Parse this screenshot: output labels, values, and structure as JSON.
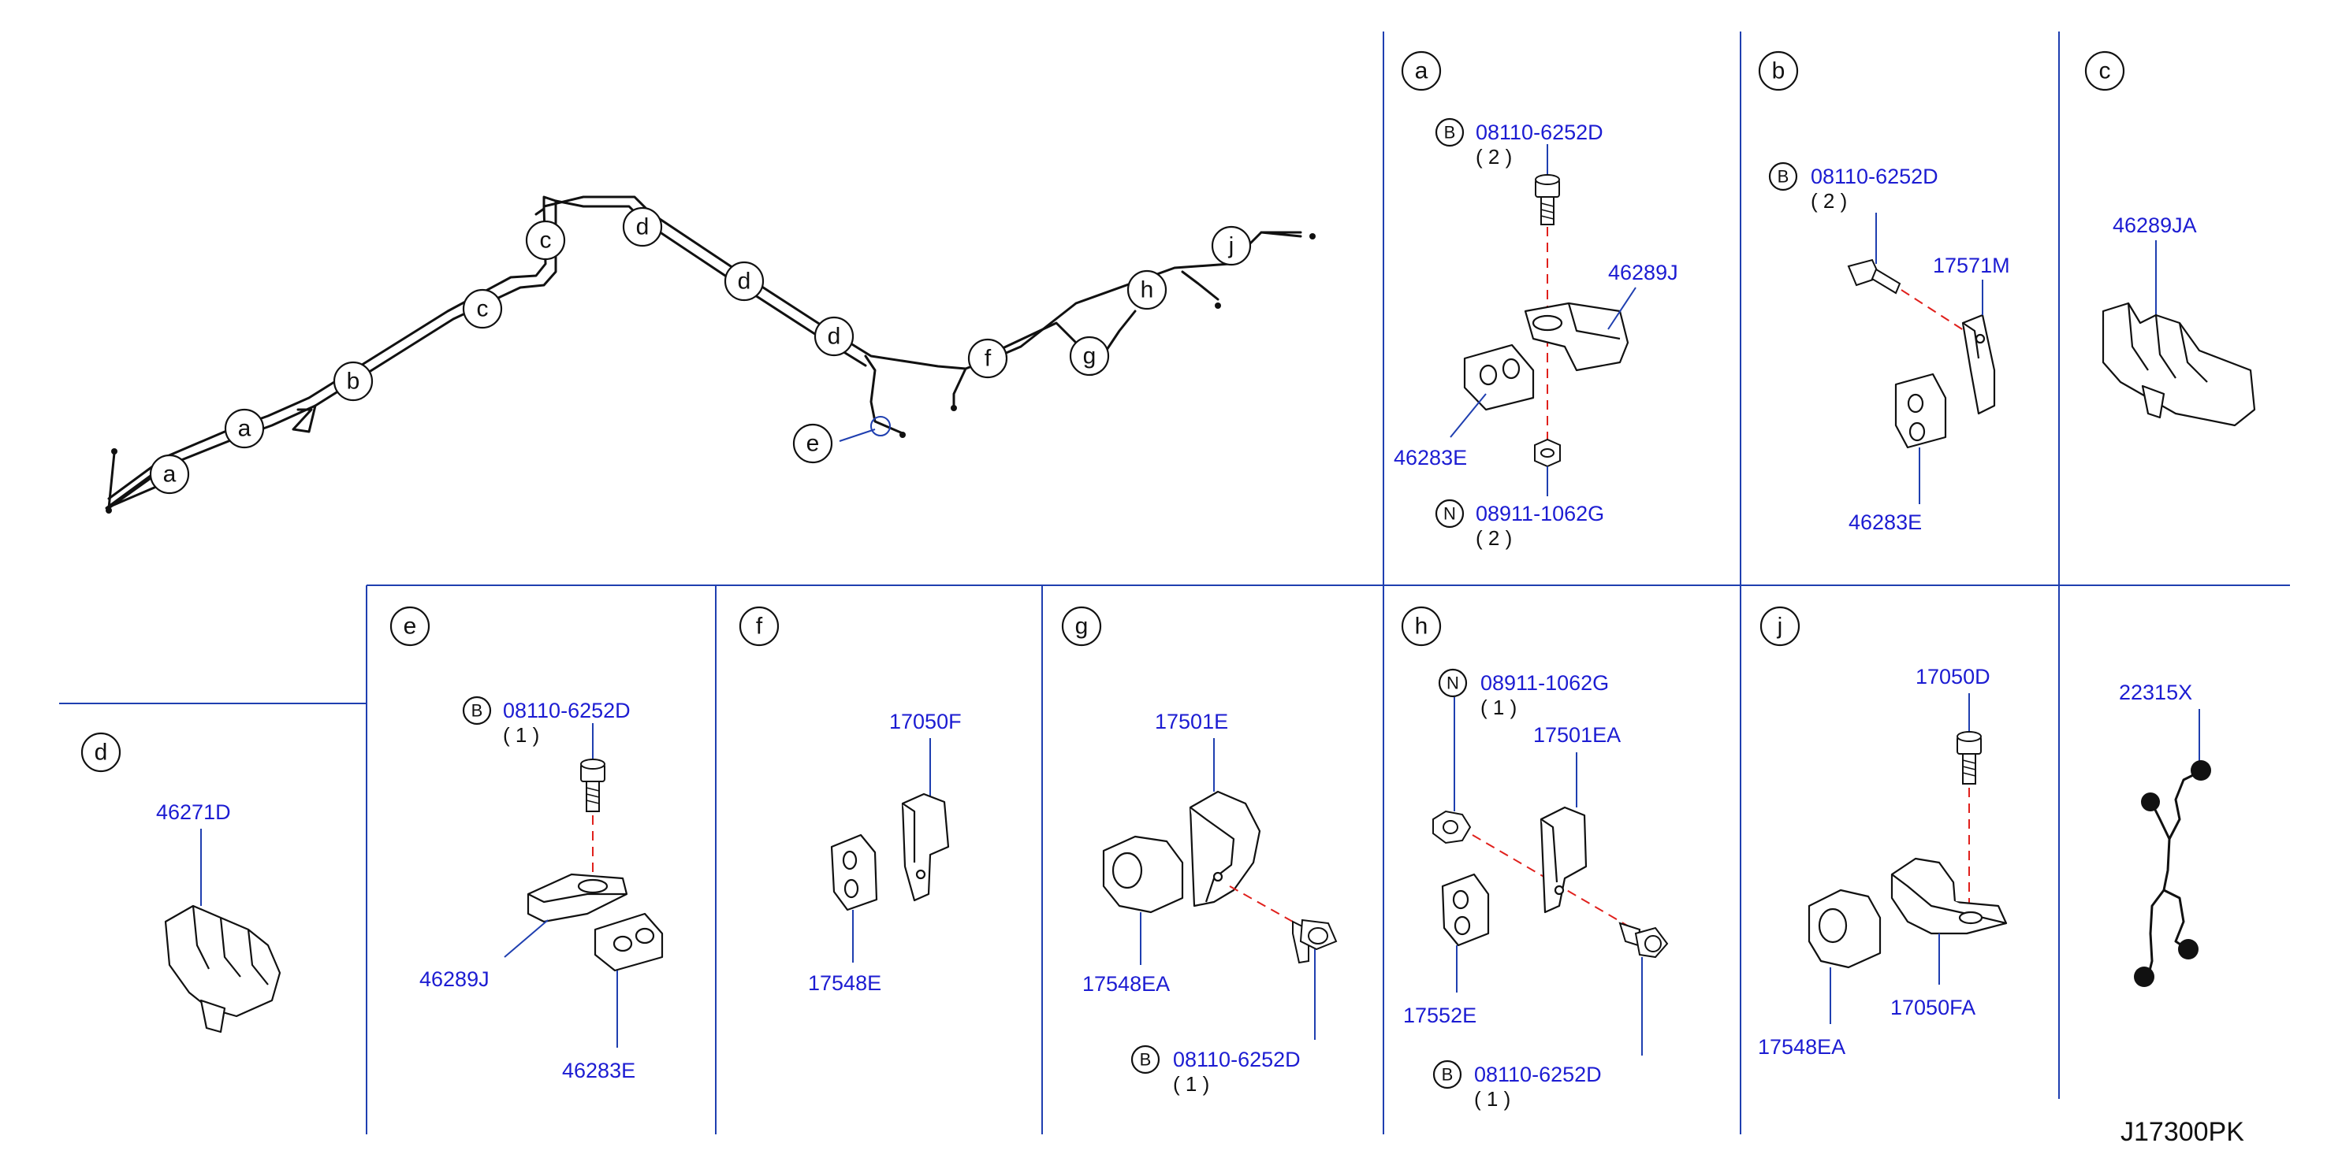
{
  "sections": [
    {
      "id": "a",
      "label": "a"
    },
    {
      "id": "b",
      "label": "b"
    },
    {
      "id": "c",
      "label": "c"
    },
    {
      "id": "d",
      "label": "d"
    },
    {
      "id": "e",
      "label": "e"
    },
    {
      "id": "f",
      "label": "f"
    },
    {
      "id": "g",
      "label": "g"
    },
    {
      "id": "h",
      "label": "h"
    },
    {
      "id": "j",
      "label": "j"
    }
  ],
  "route_callouts": [
    "a",
    "a",
    "b",
    "c",
    "c",
    "d",
    "d",
    "d",
    "e",
    "f",
    "g",
    "h",
    "j"
  ],
  "fastener_symbols": {
    "bolt": "B",
    "nut": "N"
  },
  "parts": {
    "a": [
      {
        "number": "08110-6252D",
        "symbol": "B",
        "qty": "( 2 )"
      },
      {
        "number": "46289J"
      },
      {
        "number": "46283E"
      },
      {
        "number": "08911-1062G",
        "symbol": "N",
        "qty": "( 2 )"
      }
    ],
    "b": [
      {
        "number": "08110-6252D",
        "symbol": "B",
        "qty": "( 2 )"
      },
      {
        "number": "17571M"
      },
      {
        "number": "46283E"
      }
    ],
    "c": [
      {
        "number": "46289JA"
      }
    ],
    "d": [
      {
        "number": "46271D"
      }
    ],
    "e": [
      {
        "number": "08110-6252D",
        "symbol": "B",
        "qty": "( 1 )"
      },
      {
        "number": "46289J"
      },
      {
        "number": "46283E"
      }
    ],
    "f": [
      {
        "number": "17050F"
      },
      {
        "number": "17548E"
      }
    ],
    "g": [
      {
        "number": "17501E"
      },
      {
        "number": "17548EA"
      },
      {
        "number": "08110-6252D",
        "symbol": "B",
        "qty": "( 1 )"
      }
    ],
    "h": [
      {
        "number": "08911-1062G",
        "symbol": "N",
        "qty": "( 1 )"
      },
      {
        "number": "17501EA"
      },
      {
        "number": "17552E"
      },
      {
        "number": "08110-6252D",
        "symbol": "B",
        "qty": "( 1 )"
      }
    ],
    "j": [
      {
        "number": "17050D"
      },
      {
        "number": "17548EA"
      },
      {
        "number": "17050FA"
      }
    ],
    "extra": [
      {
        "number": "22315X"
      }
    ]
  },
  "diagram_code": "J17300PK",
  "colors": {
    "part_number": "#1c1cd2",
    "divider": "#1f3fb0",
    "dashed_axis": "#e0201c",
    "line_art": "#111111"
  }
}
